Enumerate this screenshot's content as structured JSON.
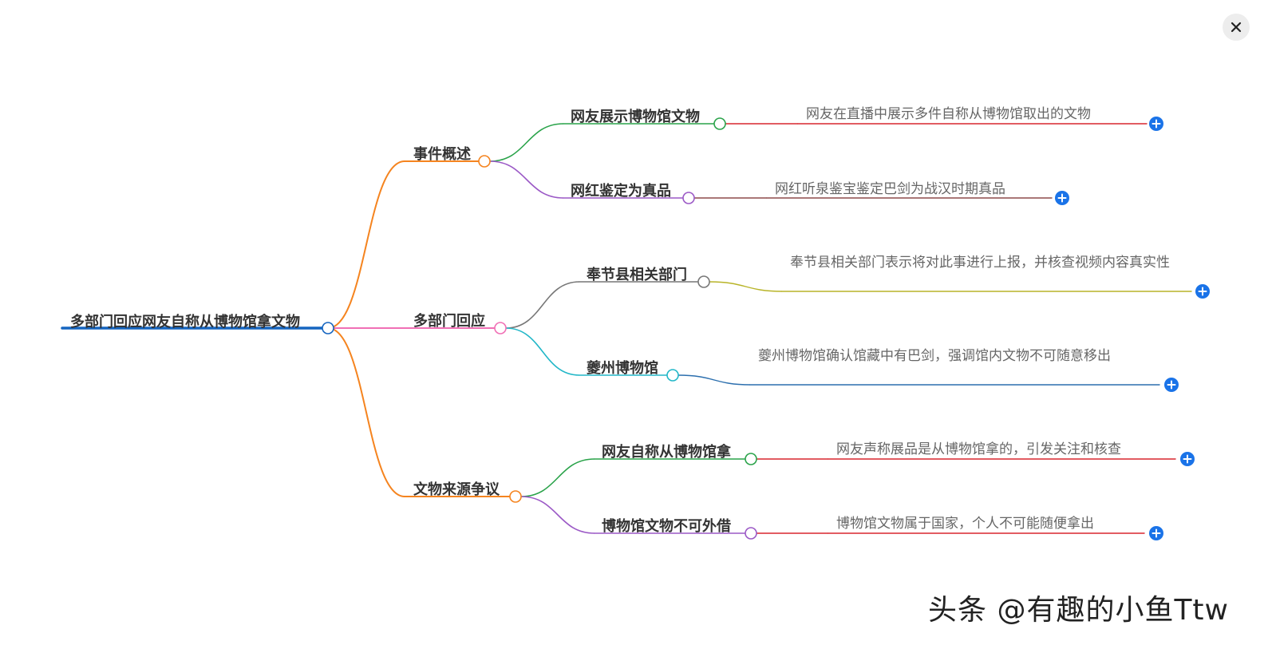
{
  "mindmap": {
    "root": {
      "label": "多部门回应网友自称从博物馆拿文物",
      "color": "#1565c0"
    },
    "branches": [
      {
        "label": "事件概述",
        "color": "#f5841f",
        "children": [
          {
            "label": "网友展示博物馆文物",
            "color": "#2aa34a",
            "detail": "网友在直播中展示多件自称从博物馆取出的文物",
            "detail_color": "#d8262f"
          },
          {
            "label": "网红鉴定为真品",
            "color": "#9b59c6",
            "detail": "网红听泉鉴宝鉴定巴剑为战汉时期真品",
            "detail_color": "#8d4a4a"
          }
        ]
      },
      {
        "label": "多部门回应",
        "color": "#f06fb5",
        "children": [
          {
            "label": "奉节县相关部门",
            "color": "#777777",
            "detail": "奉节县相关部门表示将对此事进行上报，并核查视频内容真实性",
            "detail_color": "#b8b428"
          },
          {
            "label": "夔州博物馆",
            "color": "#22b7c8",
            "detail": "夔州博物馆确认馆藏中有巴剑，强调馆内文物不可随意移出",
            "detail_color": "#2c6fae"
          }
        ]
      },
      {
        "label": "文物来源争议",
        "color": "#f5841f",
        "children": [
          {
            "label": "网友自称从博物馆拿",
            "color": "#2aa34a",
            "detail": "网友声称展品是从博物馆拿的，引发关注和核查",
            "detail_color": "#d8262f"
          },
          {
            "label": "博物馆文物不可外借",
            "color": "#9b59c6",
            "detail": "博物馆文物属于国家，个人不可能随便拿出",
            "detail_color": "#d8262f"
          }
        ]
      }
    ]
  },
  "ui": {
    "close_icon": "×",
    "expand_icon": "+",
    "expand_color": "#1a73e8"
  },
  "watermark": "头条 @有趣的小鱼Ttw"
}
